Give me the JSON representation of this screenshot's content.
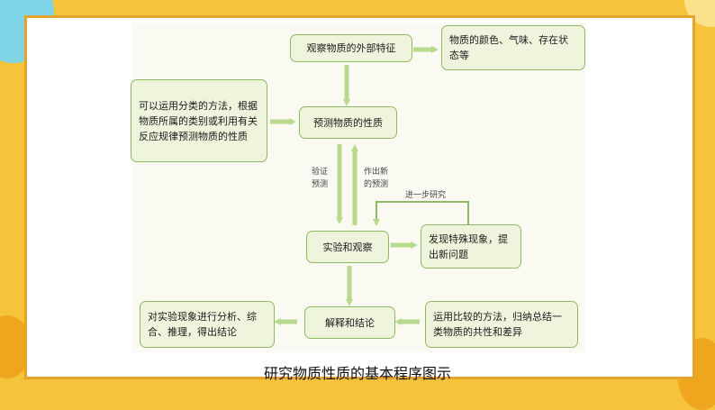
{
  "diagram": {
    "nodes": {
      "observe_external": "观察物质的外部特征",
      "external_properties": "物质的颜色、气味、存在状态等",
      "classify_method": "可以运用分类的方法，根据物质所属的类别或利用有关反应规律预测物质的性质",
      "predict": "预测物质的性质",
      "experiment": "实验和观察",
      "special_phenomena": "发现特殊现象，提出新问题",
      "explain": "解释和结论",
      "analyze": "对实验现象进行分析、综合、推理，得出结论",
      "compare": "运用比较的方法，归纳总结一类物质的共性和差异"
    },
    "edge_labels": {
      "verify": "验证预测",
      "new_prediction": "作出新的预测",
      "further_research": "进一步研究"
    },
    "caption": "研究物质性质的基本程序图示"
  },
  "colors": {
    "background": "#f6c43a",
    "panel_border": "#e5a52c",
    "box_fill": "#eef5dc",
    "box_border": "#8fb864",
    "arrow": "#b9d98e"
  }
}
